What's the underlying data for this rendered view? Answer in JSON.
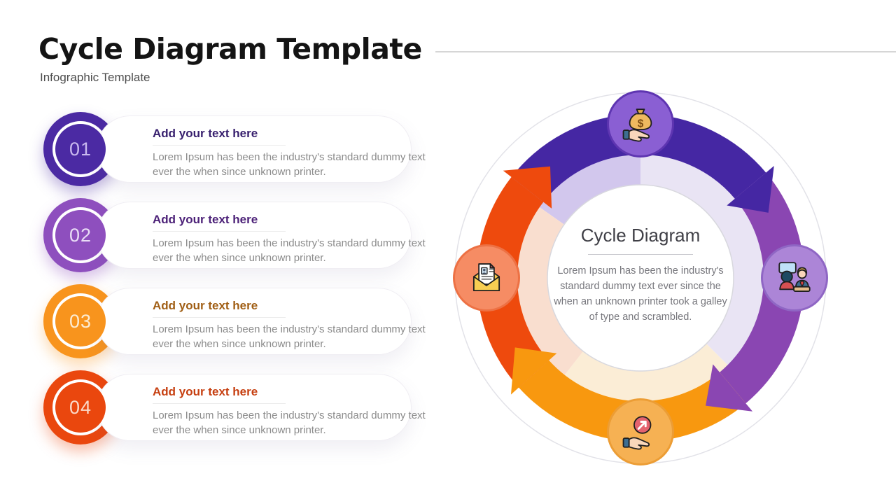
{
  "header": {
    "title": "Cycle Diagram Template",
    "subtitle": "Infographic Template"
  },
  "list_items": [
    {
      "number": "01",
      "title": "Add your text here",
      "body": "Lorem Ipsum has been the industry's standard dummy text ever the when since unknown printer.",
      "color": "#4B2AA3",
      "title_color": "#38206E",
      "num_color": "#C9B9EF"
    },
    {
      "number": "02",
      "title": "Add your text here",
      "body": "Lorem Ipsum has been the industry's standard dummy text ever the when since unknown printer.",
      "color": "#8E4FBE",
      "title_color": "#4C2178",
      "num_color": "#E9DCF6"
    },
    {
      "number": "03",
      "title": "Add your text here",
      "body": "Lorem Ipsum has been the industry's standard dummy text ever the when since unknown printer.",
      "color": "#F8941D",
      "title_color": "#A05E14",
      "num_color": "#FCEBD2"
    },
    {
      "number": "04",
      "title": "Add your text here",
      "body": "Lorem Ipsum has been the industry's standard dummy text ever the when since unknown printer.",
      "color": "#EA470E",
      "title_color": "#C63F10",
      "num_color": "#FAD9C9"
    }
  ],
  "diagram": {
    "center_title": "Cycle Diagram",
    "center_body": "Lorem Ipsum has been the industry's standard dummy text ever since the when an unknown printer took a galley of type and scrambled.",
    "segments": [
      {
        "label": "money-bag",
        "color": "#4527A3",
        "pale": "#D2C7ED",
        "icon_bg": "#8A5FD3",
        "icon_border": "#5E35B1"
      },
      {
        "label": "chat-people",
        "color": "#8A46B2",
        "pale": "#E9E4F4",
        "icon_bg": "#AC85D7",
        "icon_border": "#8F66C4"
      },
      {
        "label": "growth-hand",
        "color": "#F8980F",
        "pale": "#FBEDD6",
        "icon_bg": "#F6B153",
        "icon_border": "#EC9D35"
      },
      {
        "label": "envelope",
        "color": "#EE4A0D",
        "pale": "#F9DECF",
        "icon_bg": "#F68C64",
        "icon_border": "#ED7144"
      }
    ]
  }
}
